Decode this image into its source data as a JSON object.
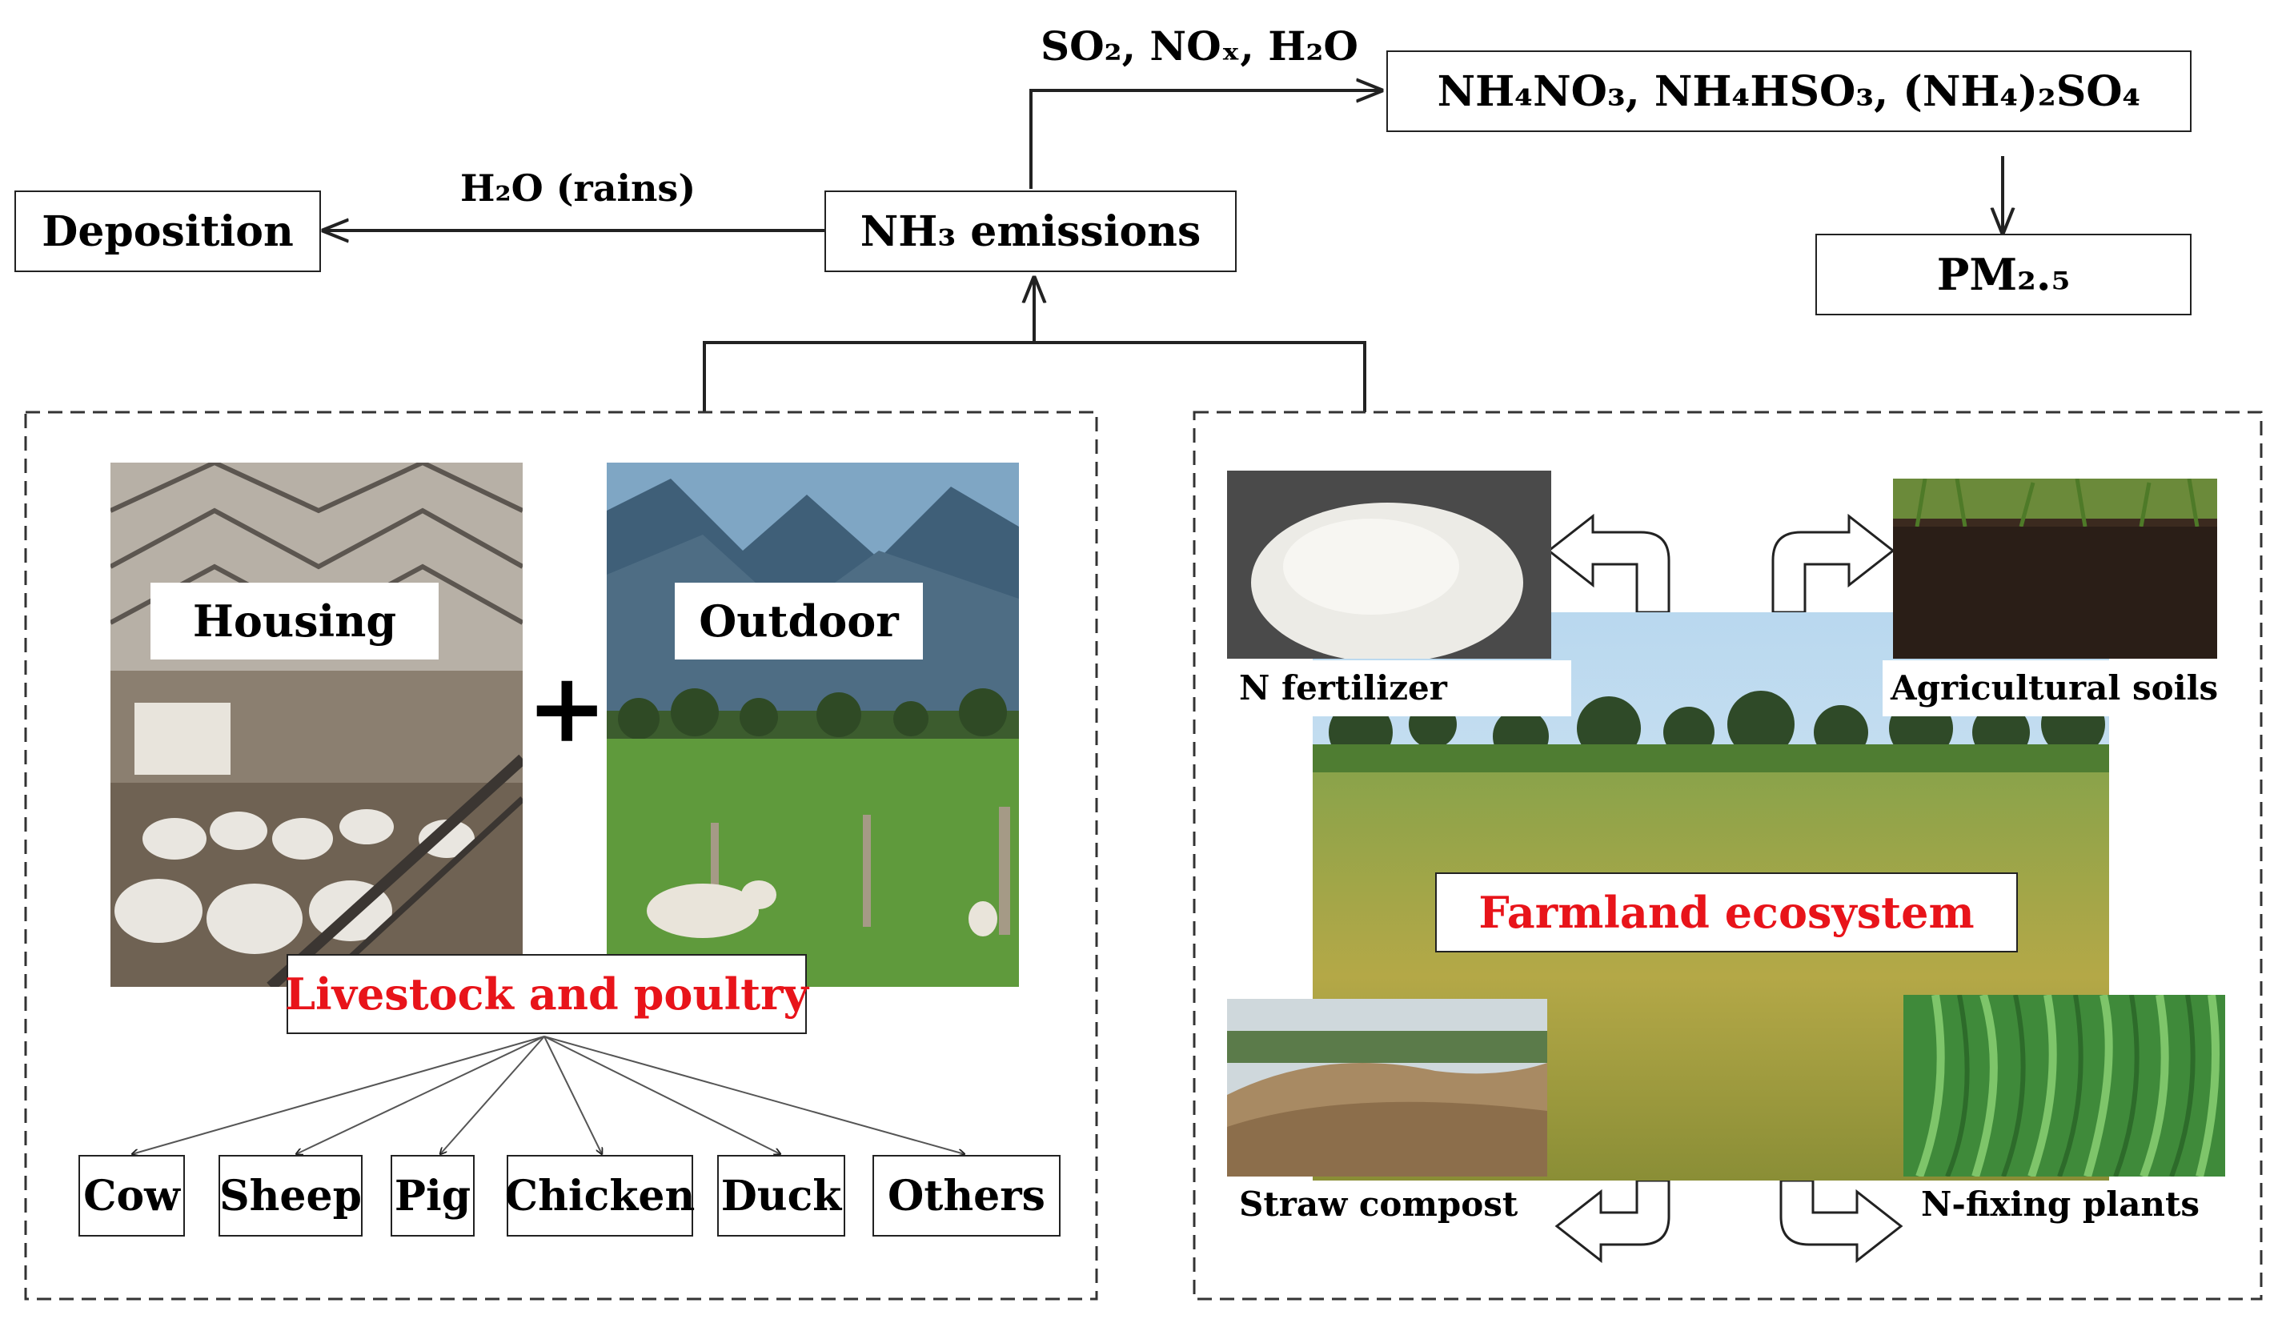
{
  "top_flow": {
    "deposition": "Deposition",
    "rain_label": "H₂O (rains)",
    "nh3_emissions": "NH₃ emissions",
    "reactants_label": "SO₂, NOₓ, H₂O",
    "products": "NH₄NO₃, NH₄HSO₃, (NH₄)₂SO₄",
    "pm": "PM₂.₅"
  },
  "livestock": {
    "housing_label": "Housing",
    "outdoor_label": "Outdoor",
    "plus_sign": "+",
    "title": "Livestock and poultry",
    "animals": [
      "Cow",
      "Sheep",
      "Pig",
      "Chicken",
      "Duck",
      "Others"
    ]
  },
  "farmland": {
    "title": "Farmland ecosystem",
    "n_fertilizer": "N fertilizer",
    "agricultural_soils": "Agricultural soils",
    "straw_compost": "Straw compost",
    "n_fixing_plants": "N-fixing plants"
  },
  "colors": {
    "accent_red": "#e8141a",
    "line": "#222222"
  }
}
